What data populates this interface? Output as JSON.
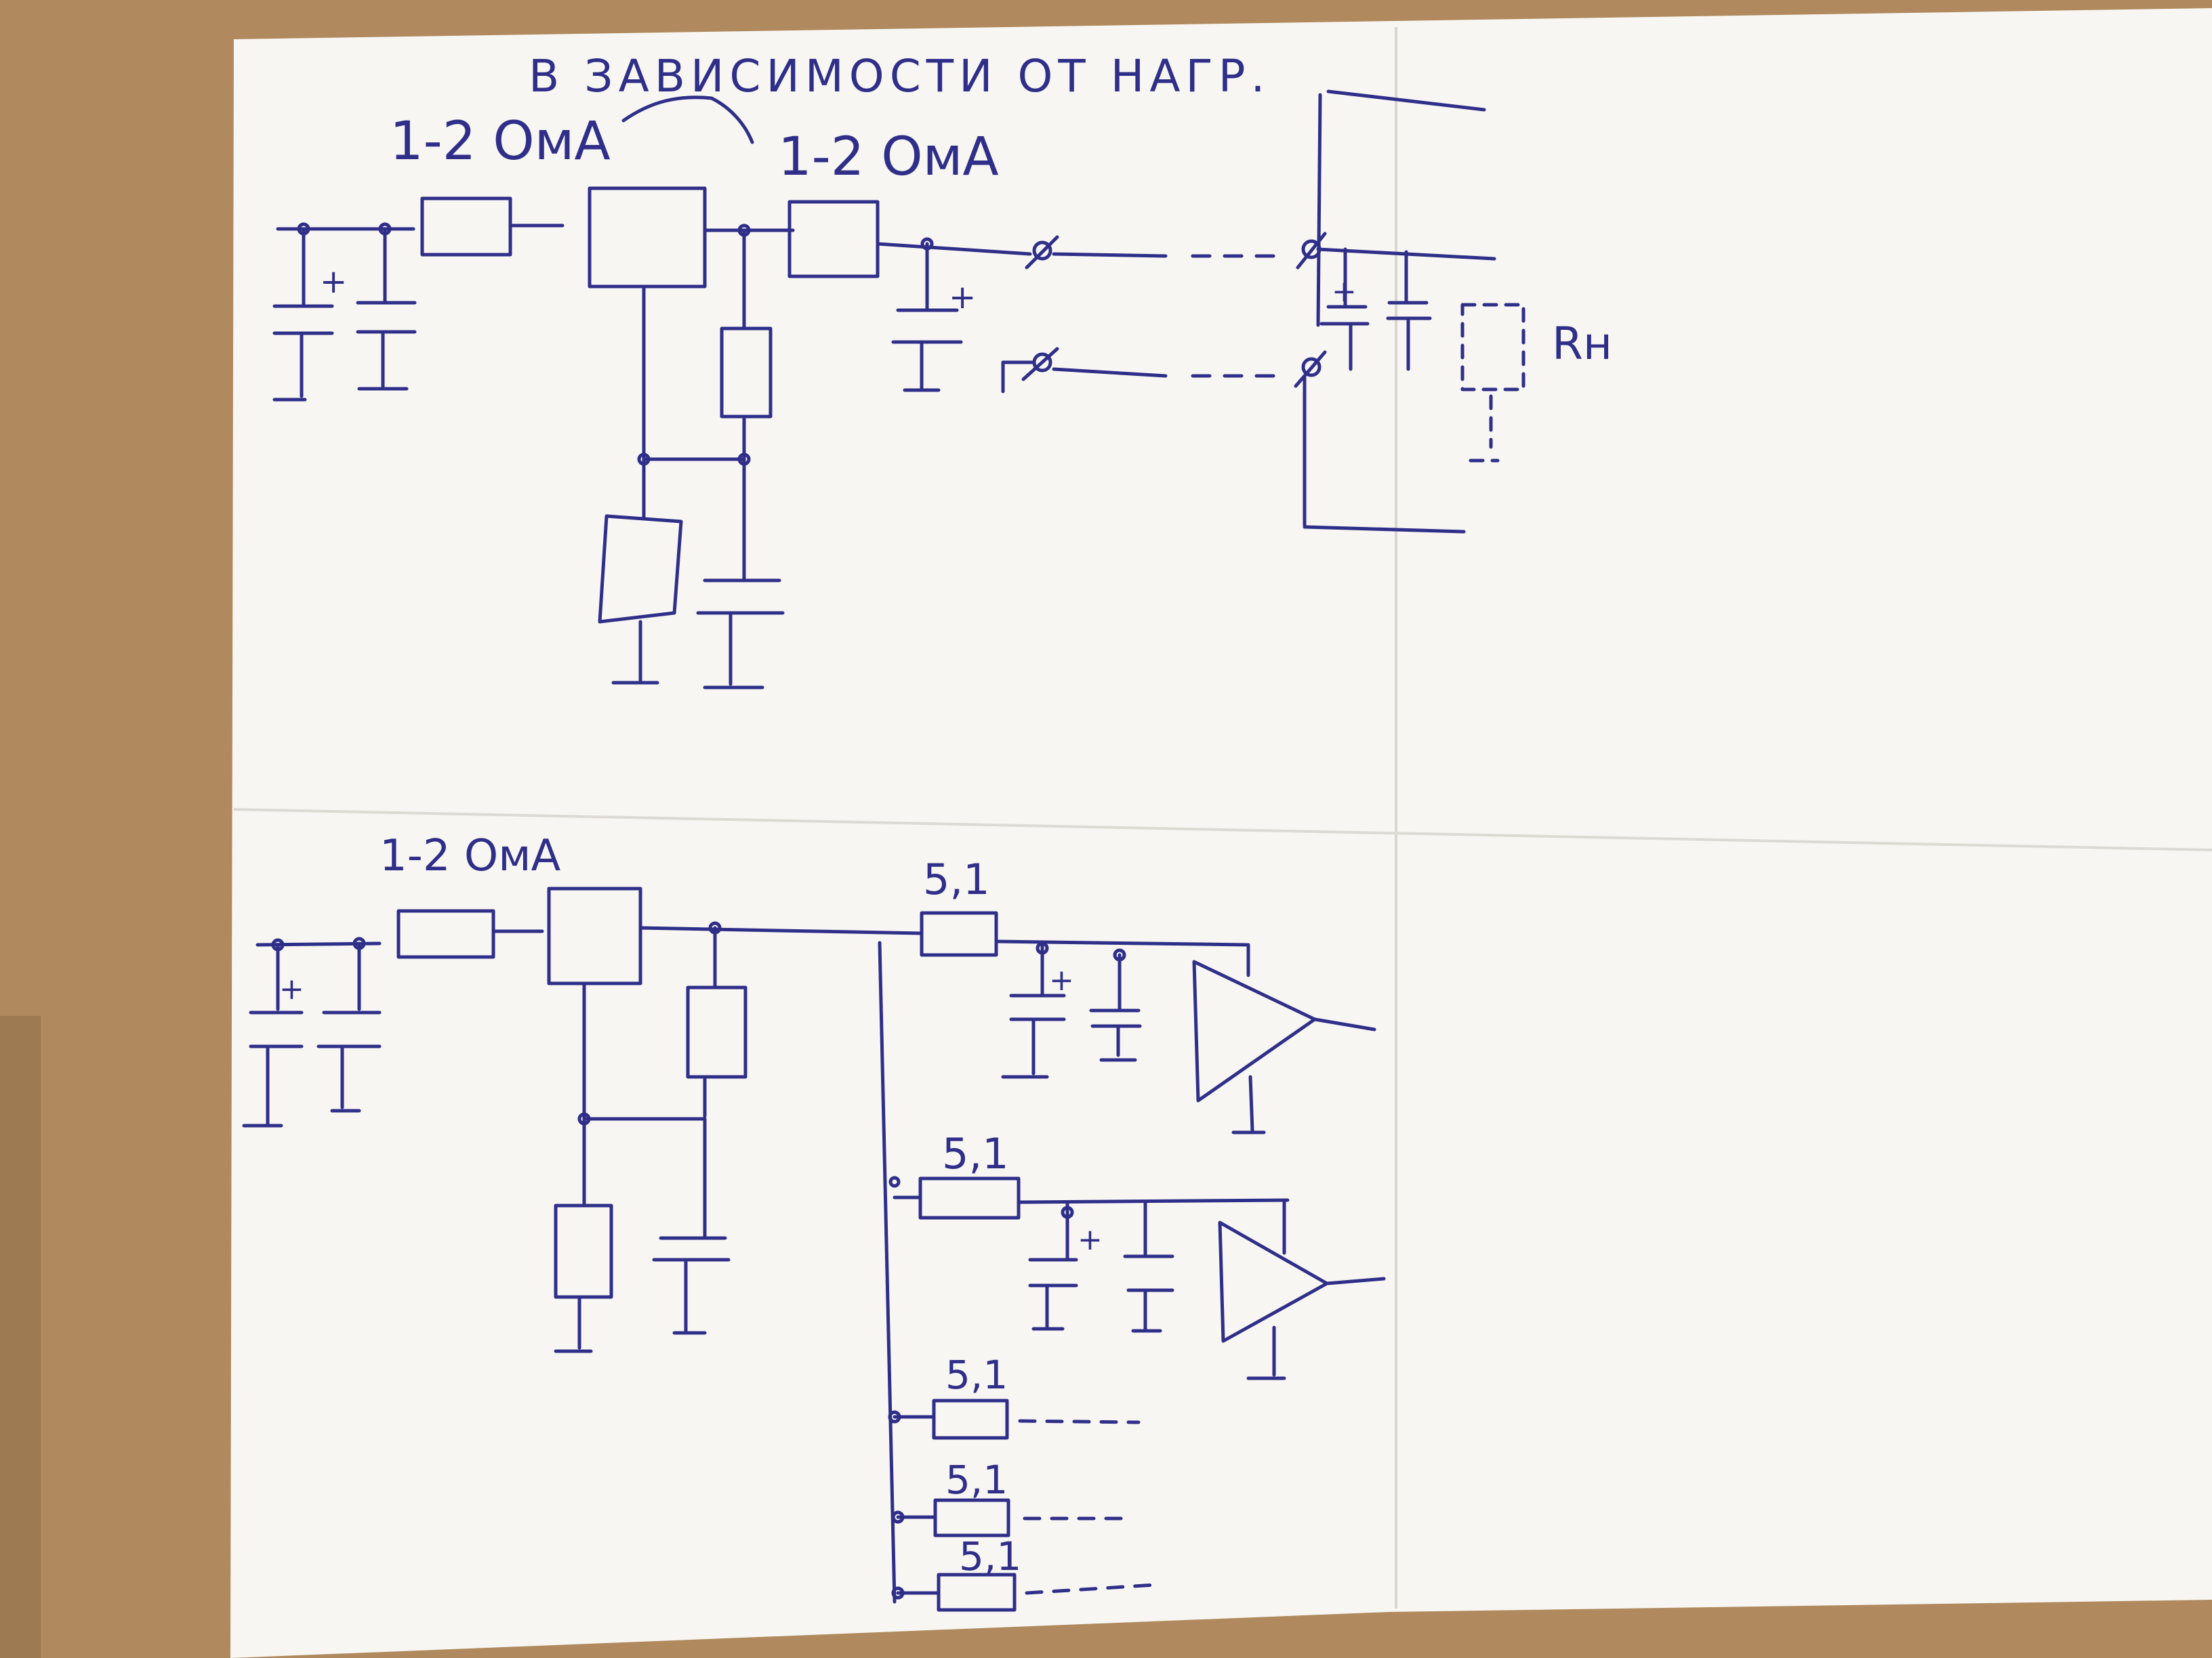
{
  "colors": {
    "cardboard": "#b08a5e",
    "cardboard_dark": "#8c6a45",
    "paper": "#f7f6f2",
    "ink": "#2f2f8a"
  },
  "labels": {
    "top_note": "В ЗАВИСИМОСТИ ОТ НАГР.",
    "top_r1": "1-2 ОмА",
    "top_r2": "1-2 ОмА",
    "cap_plus": "+",
    "load": "Rн",
    "bottom_r1": "1-2 ОмА",
    "r_5_1": "5,1"
  },
  "diagram": {
    "top_circuit": {
      "resistors": [
        "1-2 ОмА",
        "1-2 ОмА",
        "Rн"
      ],
      "capacitors_polarized": 3,
      "regulator": true
    },
    "bottom_circuit": {
      "resistors": [
        "1-2 ОмА",
        "5,1",
        "5,1",
        "5,1",
        "5,1",
        "5,1"
      ],
      "op_amps": 2,
      "regulator": true
    }
  }
}
